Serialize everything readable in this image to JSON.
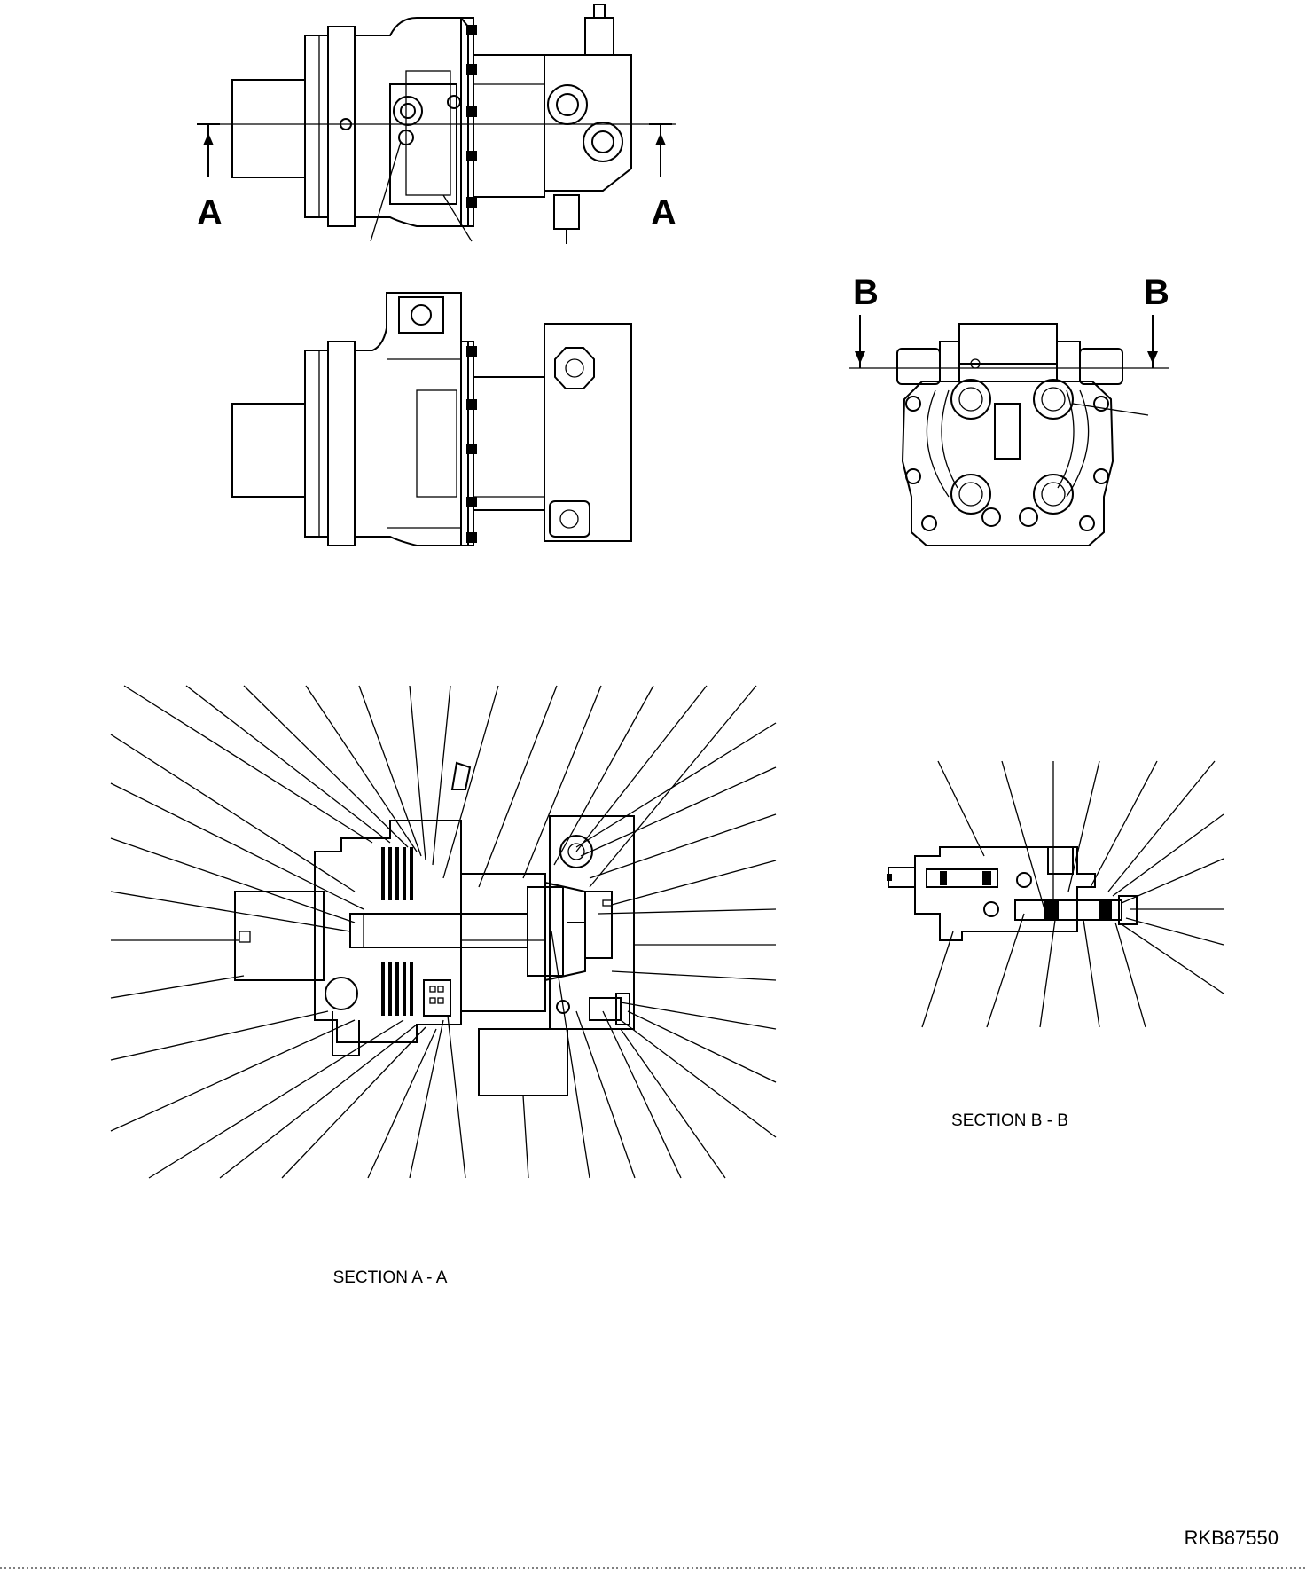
{
  "section_markers": {
    "a_left": "A",
    "a_right": "A",
    "b_left": "B",
    "b_right": "B"
  },
  "captions": {
    "section_a": "SECTION A - A",
    "section_b": "SECTION B - B"
  },
  "figure_id": "RKB87550"
}
